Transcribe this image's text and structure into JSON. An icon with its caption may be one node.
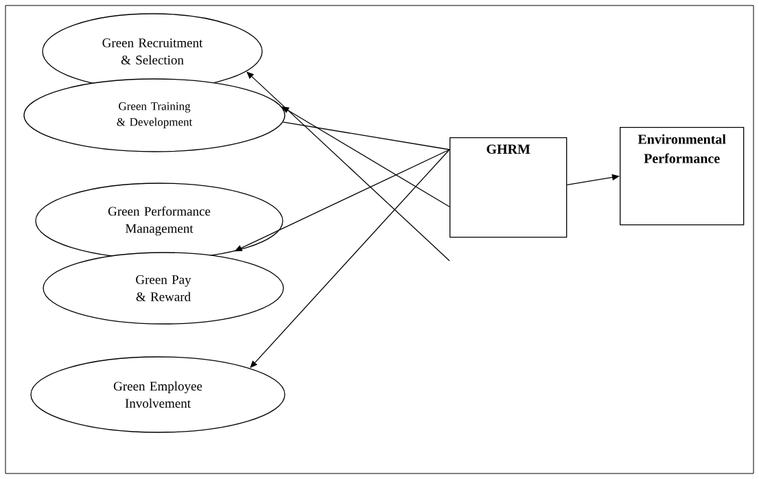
{
  "diagram": {
    "nodes": [
      {
        "text": [
          "Green Recruitment & Selection"
        ]
      },
      {
        "text": [
          "Green Training & Development"
        ]
      },
      {
        "text": [
          "Green Performance Management"
        ]
      },
      {
        "text": [
          "Green Pay & Reward"
        ]
      },
      {
        "text": [
          "Green Employee Involvement"
        ]
      },
      {
        "text": [
          "GHRM"
        ]
      },
      {
        "text": [
          "Environmental Performance"
        ]
      }
    ],
    "edges": [
      {
        "from": null,
        "to": 0,
        "arrow": "to"
      },
      {
        "from": 5,
        "to": 1,
        "arrow": "to"
      },
      {
        "from": 1,
        "to": 5,
        "arrow": "none"
      },
      {
        "from": 5,
        "to": 2,
        "arrow": "to"
      },
      {
        "from": 5,
        "to": 4,
        "arrow": "to"
      },
      {
        "from": 5,
        "to": 6,
        "arrow": "to"
      }
    ]
  }
}
